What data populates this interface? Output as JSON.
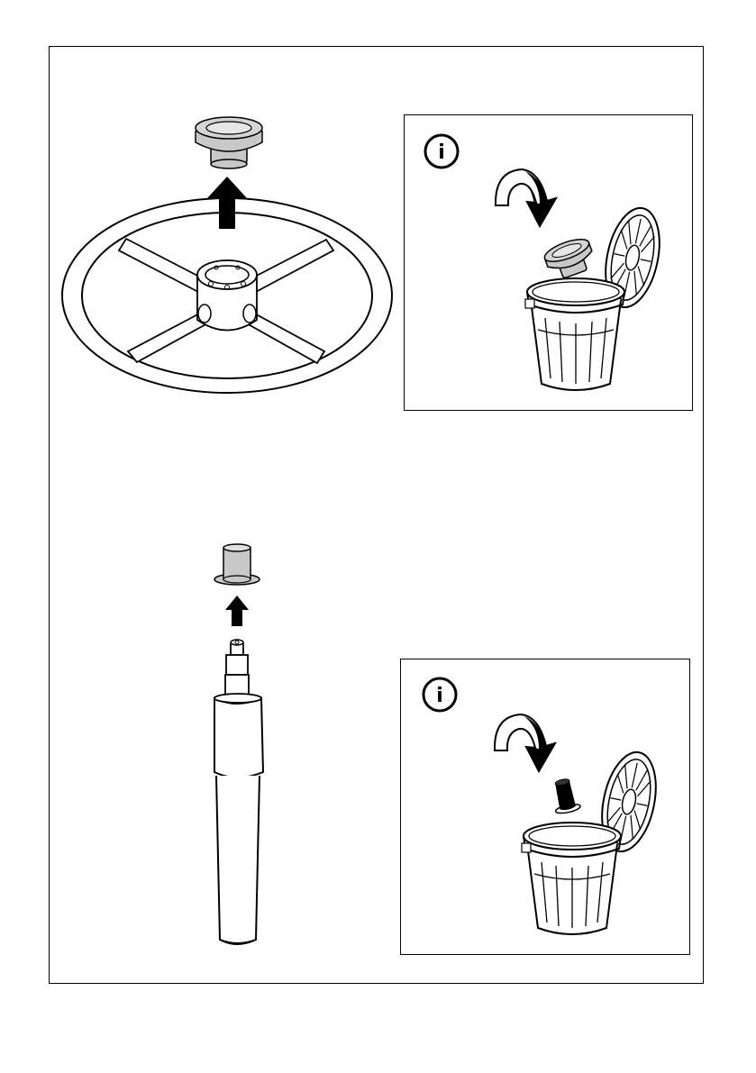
{
  "page": {
    "background": "#ffffff",
    "line_color": "#000000",
    "part_fill": "#c8c8c8"
  },
  "step_1": {
    "illustration": "star-base-with-wheel-cap-removal",
    "info_box": {
      "icon": "info-icon",
      "icon_glyph": "i",
      "illustration": "discard-cap-in-trash-can"
    }
  },
  "step_2": {
    "illustration": "gas-lift-cylinder-with-cap-removal",
    "info_box": {
      "icon": "info-icon",
      "icon_glyph": "i",
      "illustration": "discard-cap-in-trash-can"
    }
  }
}
